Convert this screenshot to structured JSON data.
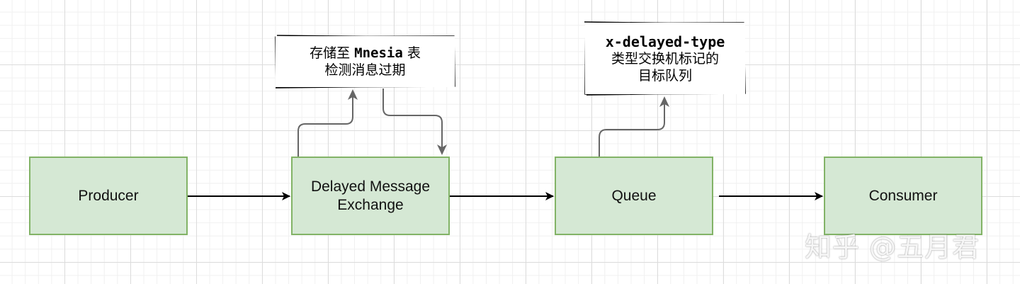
{
  "nodes": {
    "producer": "Producer",
    "exchange": "Delayed Message\nExchange",
    "queue": "Queue",
    "consumer": "Consumer"
  },
  "notes": {
    "storage": {
      "line1_prefix": "存储至 ",
      "line1_bold": "Mnesia",
      "line1_suffix": " 表",
      "line2": "检测消息过期"
    },
    "target": {
      "line1": "x-delayed-type",
      "line2": "类型交换机标记的",
      "line3": "目标队列"
    }
  },
  "watermark": "知乎 @五月君",
  "colors": {
    "node_fill": "#d5e8d4",
    "node_border": "#82b366",
    "arrow": "#000000",
    "connector_gray": "#666666"
  }
}
